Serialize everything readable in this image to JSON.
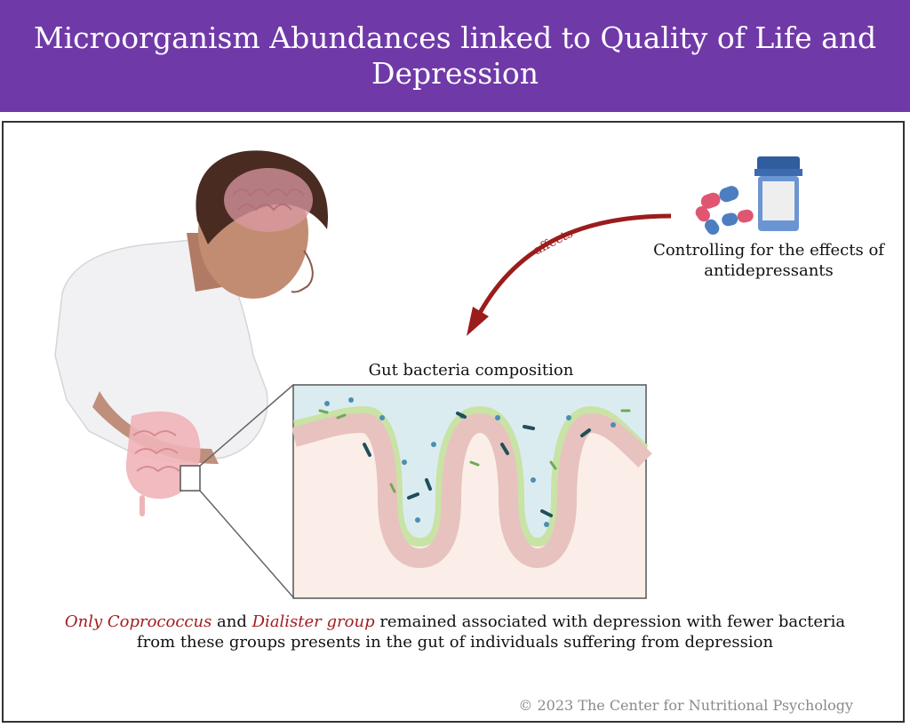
{
  "title": "Microorganism Abundances linked to Quality of Life and Depression",
  "medication_label": "Controlling for the effects of antidepressants",
  "arrow_label": "affects",
  "gut_title": "Gut bacteria composition",
  "finding": {
    "part1": "Only Coprococcus",
    "part2": " and ",
    "part3": "Dialister group",
    "part4": " remained associated with depression with fewer bacteria from these groups presents in the gut of  individuals suffering from depression"
  },
  "copyright": "© 2023 The Center for Nutritional Psychology",
  "colors": {
    "header": "#7039a8",
    "arrow": "#9b1c1c",
    "highlight": "#a21d21"
  },
  "icons": [
    "person-figure",
    "brain-icon",
    "intestine-icon",
    "capsule-icon",
    "pill-bottle-icon",
    "gut-villi-diagram"
  ]
}
